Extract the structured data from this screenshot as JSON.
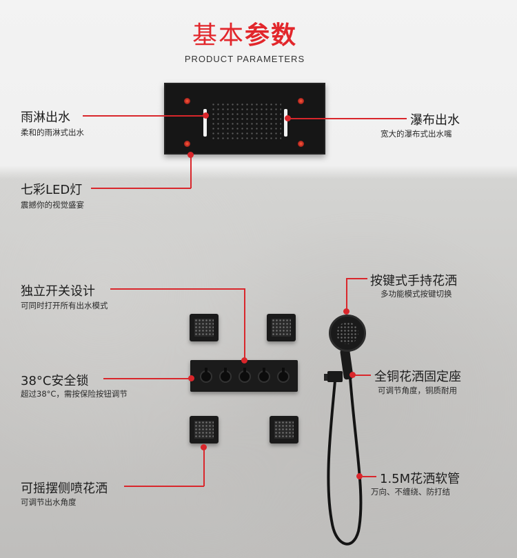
{
  "header": {
    "title_regular": "基本",
    "title_bold": "参数",
    "subtitle": "PRODUCT PARAMETERS"
  },
  "features": {
    "rain": {
      "title": "雨淋出水",
      "desc": "柔和的雨淋式出水"
    },
    "waterfall": {
      "title": "瀑布出水",
      "desc": "宽大的瀑布式出水嘴"
    },
    "led": {
      "title": "七彩LED灯",
      "desc": "震撼你的视觉盛宴"
    },
    "switch": {
      "title": "独立开关设计",
      "desc": "可同时打开所有出水模式"
    },
    "lock": {
      "title": "38°C安全锁",
      "desc": "超过38°C，需按保险按钮调节"
    },
    "side_jets": {
      "title": "可摇摆侧喷花洒",
      "desc": "可调节出水角度"
    },
    "handheld": {
      "title": "按键式手持花洒",
      "desc": "多功能模式按键切换"
    },
    "holder": {
      "title": "全铜花洒固定座",
      "desc": "可调节角度，铜质耐用"
    },
    "hose": {
      "title": "1.5M花洒软管",
      "desc": "万向、不缠绕、防打结"
    }
  },
  "colors": {
    "accent": "#e2262b",
    "product": "#1a1a1a"
  }
}
